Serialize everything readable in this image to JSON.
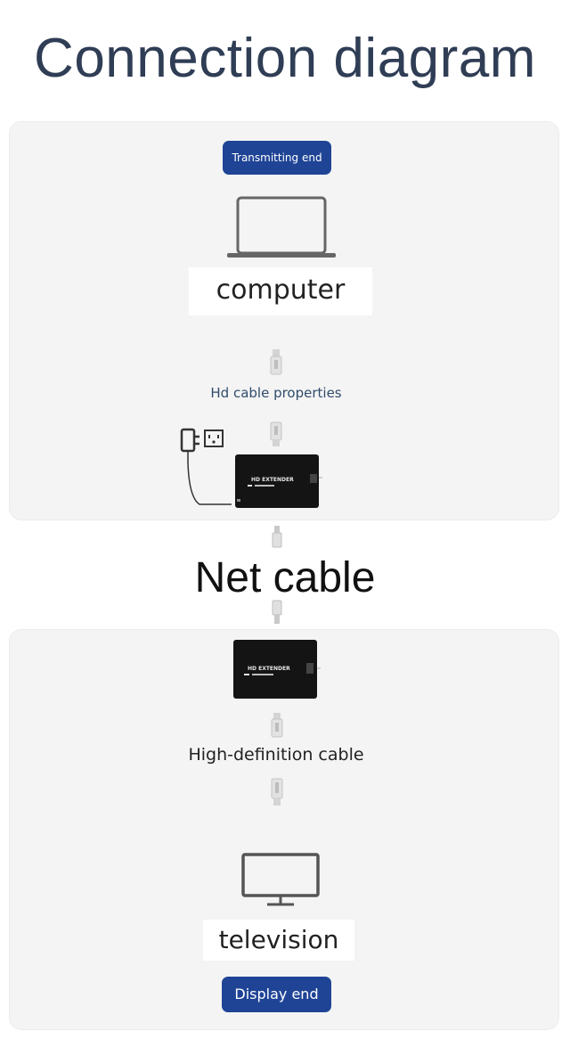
{
  "title": "Connection diagram",
  "transmit": {
    "badge": "Transmitting end",
    "device_label": "computer",
    "cable_label": "Hd cable properties"
  },
  "link": {
    "label": "Net cable"
  },
  "receive": {
    "cable_label": "High-definition cable",
    "device_label": "television",
    "badge": "Display end"
  },
  "extender": {
    "printed_text": "HD EXTENDER"
  },
  "colors": {
    "badge_bg": "#1f4496",
    "title": "#2f3d55",
    "panel_bg": "#f4f4f4"
  }
}
